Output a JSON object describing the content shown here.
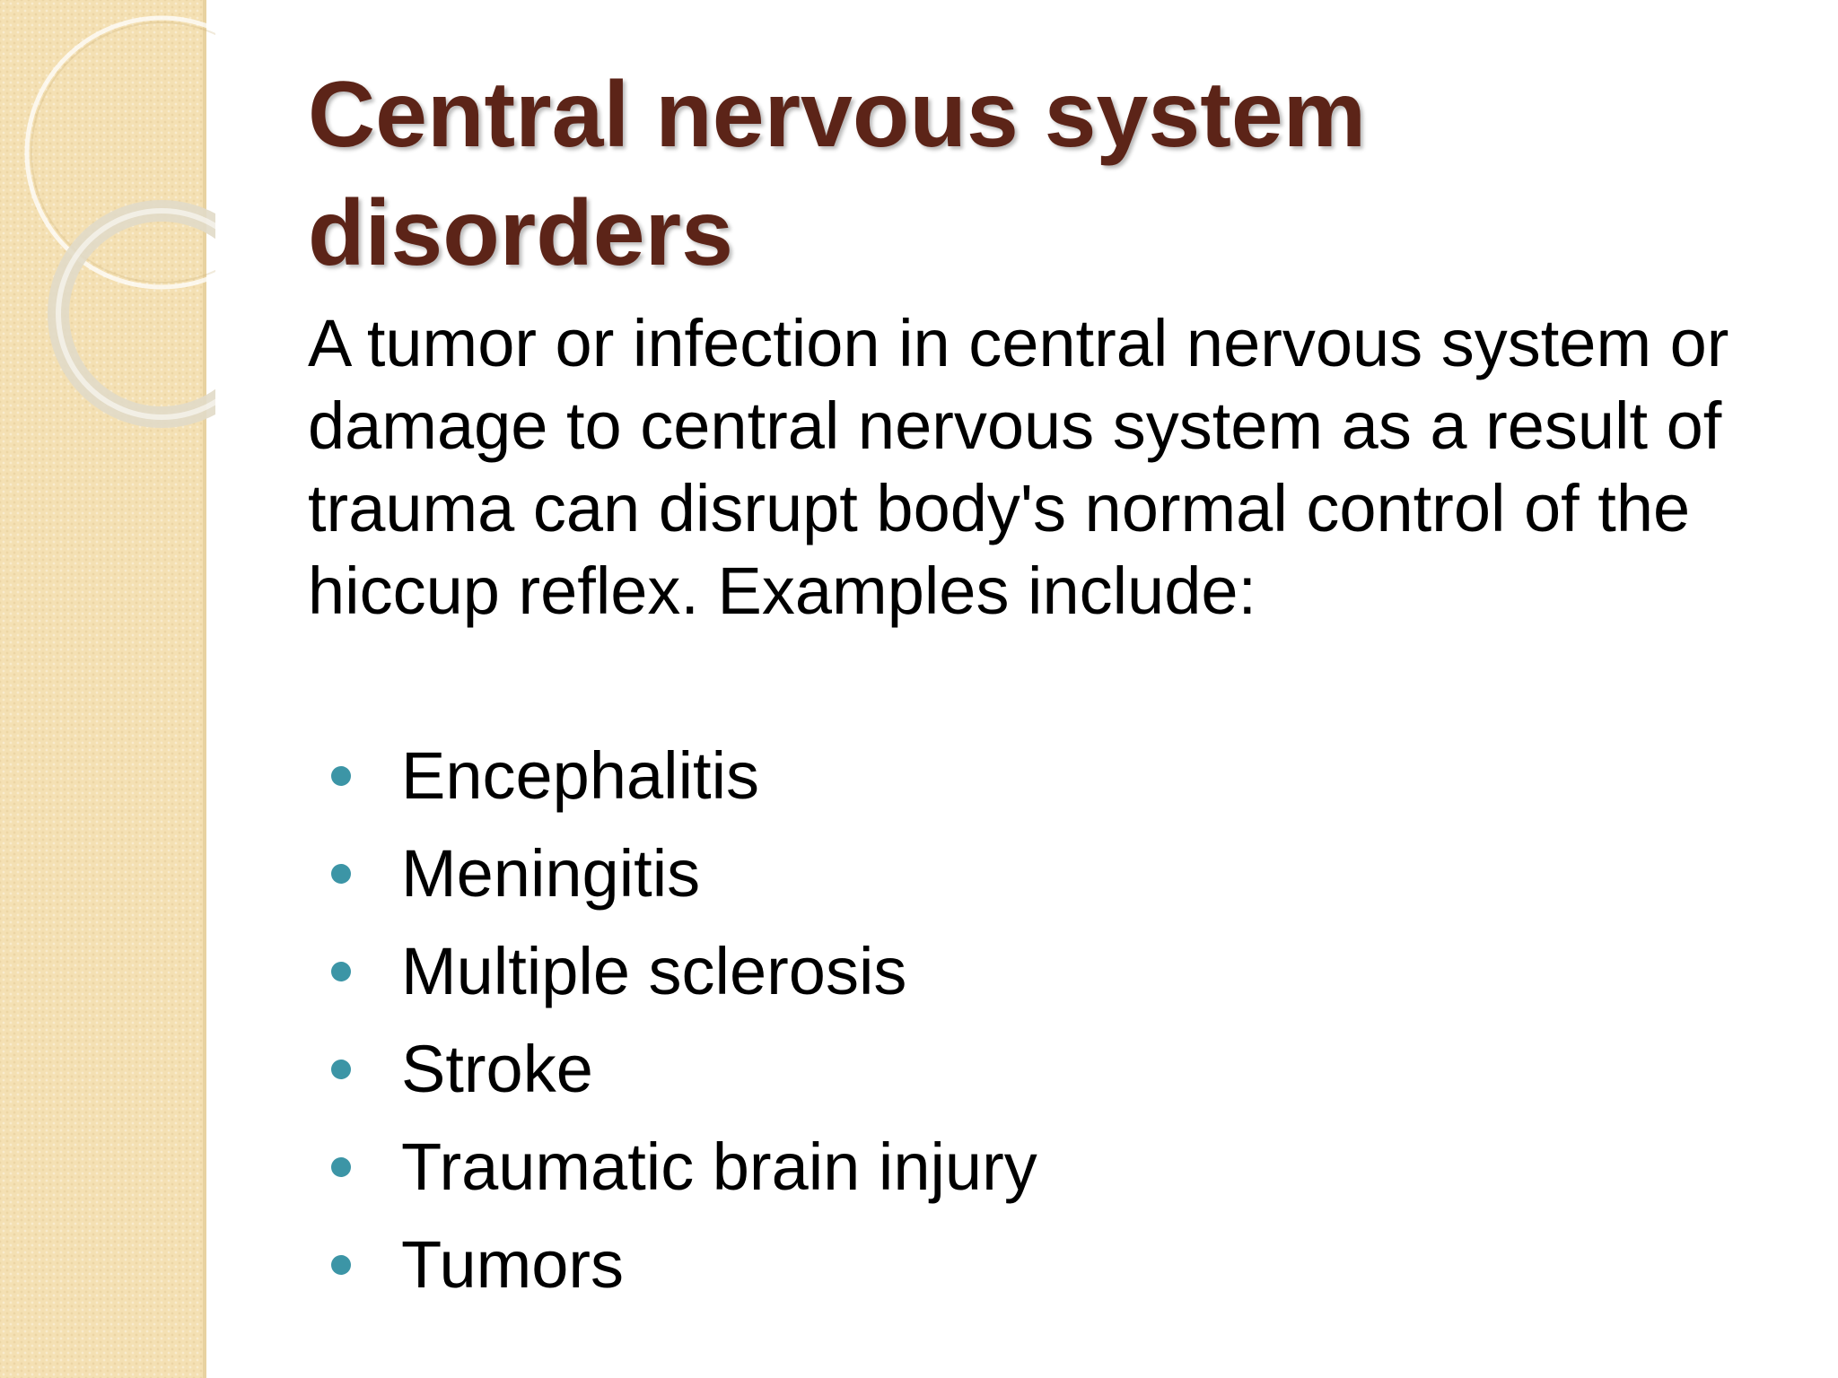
{
  "slide": {
    "title": "Central nervous system disorders",
    "body": "A tumor or infection in central nervous system or damage to central nervous system as a result of trauma can disrupt body's normal control of the hiccup reflex. Examples include:",
    "bullets": [
      "Encephalitis",
      "Meningitis",
      "Multiple sclerosis",
      "Stroke",
      "Traumatic brain injury",
      "Tumors"
    ]
  },
  "theme": {
    "title_color": "#5c2418",
    "bullet_color": "#3c95a6",
    "side_band_color": "#f4e0b3"
  }
}
